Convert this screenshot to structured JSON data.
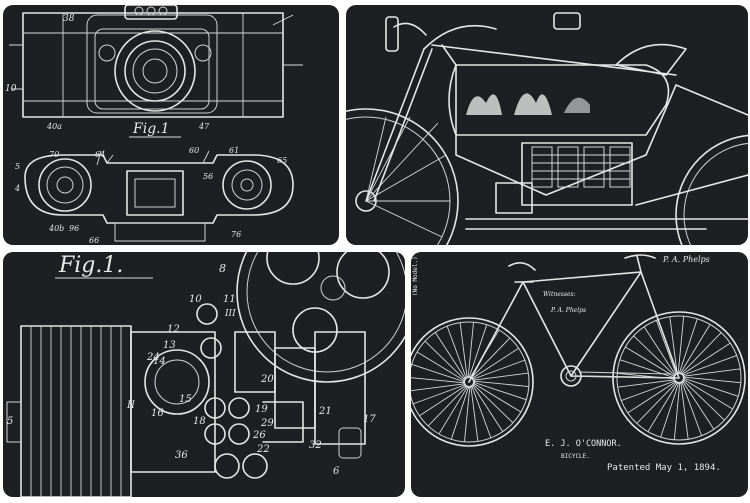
{
  "panels": [
    {
      "id": "camera",
      "labels": {
        "fig": "Fig.1",
        "n38": "38",
        "n10": "10",
        "n40a": "40a",
        "n47": "47",
        "n70": "70",
        "n64": "64",
        "n60": "60",
        "n61": "61",
        "n65": "65",
        "n5": "5",
        "n4": "4",
        "n40b": "40b",
        "n96": "96",
        "n66": "66",
        "n76": "76",
        "n56": "56"
      }
    },
    {
      "id": "motorcycle"
    },
    {
      "id": "projector",
      "labels": {
        "fig": "Fig.1.",
        "n8": "8",
        "n10": "10",
        "n11": "11",
        "n12": "12",
        "n13": "13",
        "n14": "14",
        "n15": "15",
        "n16": "16",
        "n17": "17",
        "n18": "18",
        "n19": "19",
        "n20": "20",
        "n21": "21",
        "n22": "22",
        "n24": "24",
        "n26": "26",
        "n29": "29",
        "n32": "32",
        "n36": "36",
        "n6": "6",
        "nII": "II",
        "nIII": "III",
        "n5": "5"
      }
    },
    {
      "id": "bicycle",
      "signature": "P. A. Phelps",
      "witnesses": "Witnesses:",
      "inventor": "E. J. O'CONNOR.",
      "subtitle": "BICYCLE.",
      "patent": "Patented May 1, 1894.",
      "side": "(No Model.)"
    }
  ]
}
